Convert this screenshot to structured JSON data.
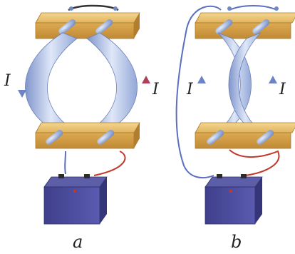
{
  "panels": [
    {
      "caption": "a",
      "left_current_label": "I",
      "right_current_label": "I",
      "left_current_direction": "down",
      "right_current_direction": "up",
      "wire_behavior": "repel"
    },
    {
      "caption": "b",
      "left_current_label": "I",
      "right_current_label": "I",
      "left_current_direction": "up",
      "right_current_direction": "up",
      "wire_behavior": "attract"
    }
  ],
  "colors": {
    "block_wood": "#d9a84e",
    "foil": "#b6c7ea",
    "battery": "#4b4c9c",
    "arrow_red": "#b0405a",
    "arrow_blue": "#6d83c8",
    "wire_red": "#c0392b",
    "wire_blue": "#5a6fc0"
  }
}
